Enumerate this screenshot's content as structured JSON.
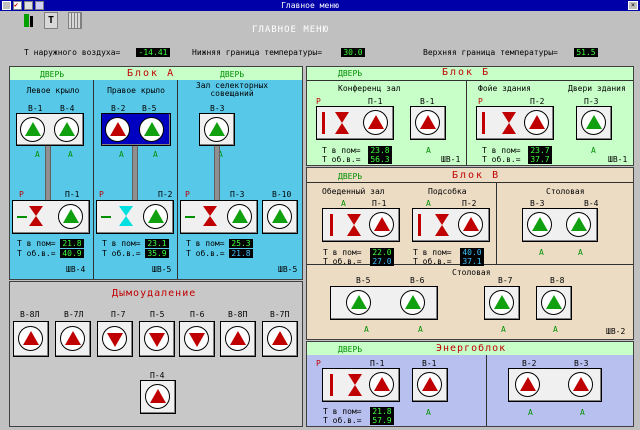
{
  "window": {
    "title": "Главное меню"
  },
  "header": {
    "title": "ГЛАВНОЕ МЕНЮ",
    "outdoor_label": "Т наружного воздуха=",
    "outdoor_value": "-14.41",
    "low_label": "Нижняя граница температуры=",
    "low_value": "30.0",
    "high_label": "Верхняя граница температуры=",
    "high_value": "51.5"
  },
  "toolbar": {
    "text_tool": "T"
  },
  "colors": {
    "panel_blue": "#58c8e8",
    "panel_green": "#c8ffc8",
    "panel_tan": "#ecdcc4",
    "panel_lav": "#b8c0f0",
    "panel_gray": "#c8c8c8",
    "accent_red": "#c00000",
    "accent_green": "#10a010"
  },
  "common": {
    "door": "ДВЕРЬ",
    "A": "А",
    "P": "Р",
    "t_room": "Т в пом=",
    "t_return": "Т об.в.="
  },
  "blockA": {
    "title": "Блок А",
    "door_left": "ДВЕРЬ",
    "door_right": "ДВЕРЬ",
    "left_wing": "Левое крыло",
    "right_wing": "Правое крыло",
    "hall": "Зал селекторных совещаний",
    "v1": "В-1",
    "v4": "В-4",
    "v2": "В-2",
    "v5": "В-5",
    "v3": "В-3",
    "v10": "В-10",
    "p1": "П-1",
    "p2": "П-2",
    "p3": "П-3",
    "p1_room": "21.8",
    "p1_ret": "40.9",
    "p2_room": "23.1",
    "p2_ret": "35.9",
    "p3_room": "25.3",
    "p3_ret": "21.8",
    "sh4": "ШВ-4",
    "sh5a": "ШВ-5",
    "sh5b": "ШВ-5"
  },
  "smoke": {
    "title": "Дымоудаление",
    "labels": [
      "В-8Л",
      "В-7Л",
      "П-7",
      "П-5",
      "П-6",
      "В-8П",
      "В-7П"
    ],
    "p4": "П-4"
  },
  "blockB": {
    "title": "Блок Б",
    "conf": "Конференц зал",
    "foyer": "Фойе здания",
    "doors": "Двери здания",
    "p1": "П-1",
    "v1": "В-1",
    "p2": "П-2",
    "p3": "П-3",
    "p1_room": "23.8",
    "p1_ret": "56.3",
    "p2_room": "23.7",
    "p2_ret": "37.7",
    "sh1a": "ШВ-1",
    "sh1b": "ШВ-1"
  },
  "blockV": {
    "title": "Блок В",
    "dining": "Обеденный зал",
    "subdish": "Подсобка",
    "canteen": "Столовая",
    "canteen2": "Столовая",
    "p1": "П-1",
    "p2": "П-2",
    "v3": "В-3",
    "v4": "В-4",
    "v5": "В-5",
    "v6": "В-6",
    "v7": "В-7",
    "v8": "В-8",
    "p1_room": "22.0",
    "p1_ret": "27.0",
    "p2_room": "40.0",
    "p2_ret": "37.1",
    "sh2": "ШВ-2"
  },
  "energy": {
    "title": "Энергоблок",
    "p1": "П-1",
    "v1": "В-1",
    "v2": "В-2",
    "v3": "В-3",
    "p1_room": "21.8",
    "p1_ret": "57.9"
  }
}
